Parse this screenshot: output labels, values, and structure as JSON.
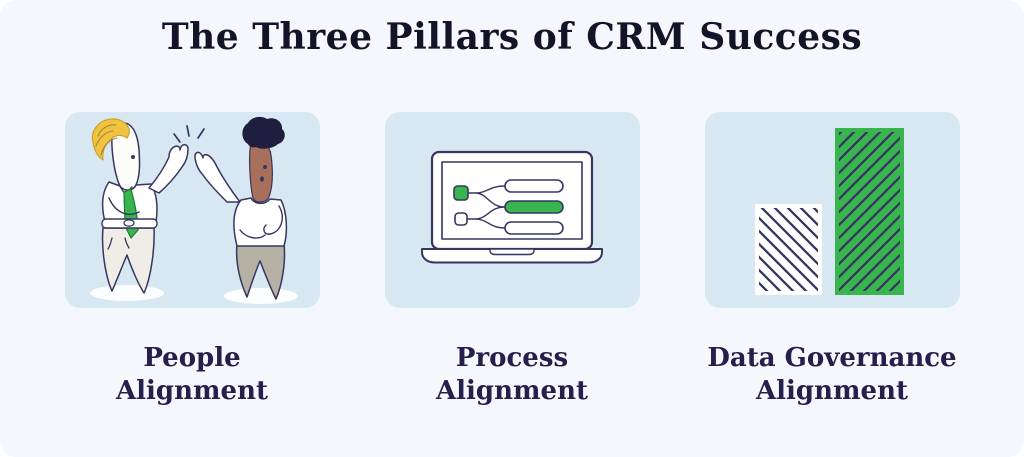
{
  "title": "The Three Pillars of CRM Success",
  "pillars": [
    {
      "icon": "people-high-five-icon",
      "label_line1": "People",
      "label_line2": "Alignment"
    },
    {
      "icon": "laptop-flowchart-icon",
      "label_line1": "Process",
      "label_line2": "Alignment"
    },
    {
      "icon": "bar-chart-icon",
      "label_line1": "Data Governance",
      "label_line2": "Alignment"
    }
  ],
  "theme": {
    "page_background": "#f4f7fb",
    "card_background": "#d8e8f2",
    "title_color": "#161328",
    "text_color": "#23204c",
    "accent_green": "#38b54e",
    "outline_navy": "#363660",
    "hair_yellow": "#f0c440",
    "skin_brown": "#a8705a",
    "hair_navy": "#201e3e",
    "pants_gray": "#b6b1a5"
  }
}
